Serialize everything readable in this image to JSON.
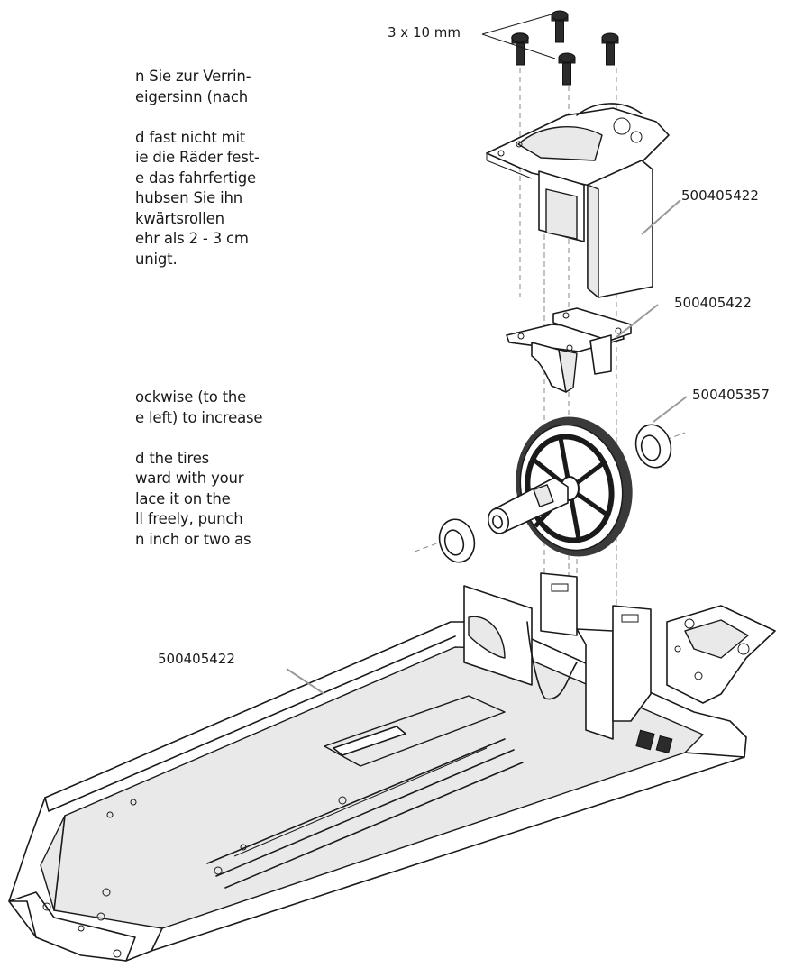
{
  "text": {
    "german": [
      "n Sie zur Verrin-",
      "eigersinn (nach",
      "",
      "d fast nicht mit",
      "ie die Räder fest-",
      "e das fahrfertige",
      "hubsen Sie ihn",
      "kwärtsrollen",
      "ehr als 2 - 3 cm",
      "unigt."
    ],
    "english": [
      "ockwise (to the",
      "e left) to increase",
      "",
      "d the tires",
      "ward with your",
      "lace it on the",
      "ll freely, punch",
      "n inch or two as"
    ]
  },
  "callouts": {
    "screw_size": "3 x 10 mm",
    "motor_mount": "500405422",
    "mount_bracket": "500405422",
    "bearing": "500405357",
    "chassis": "500405422"
  }
}
